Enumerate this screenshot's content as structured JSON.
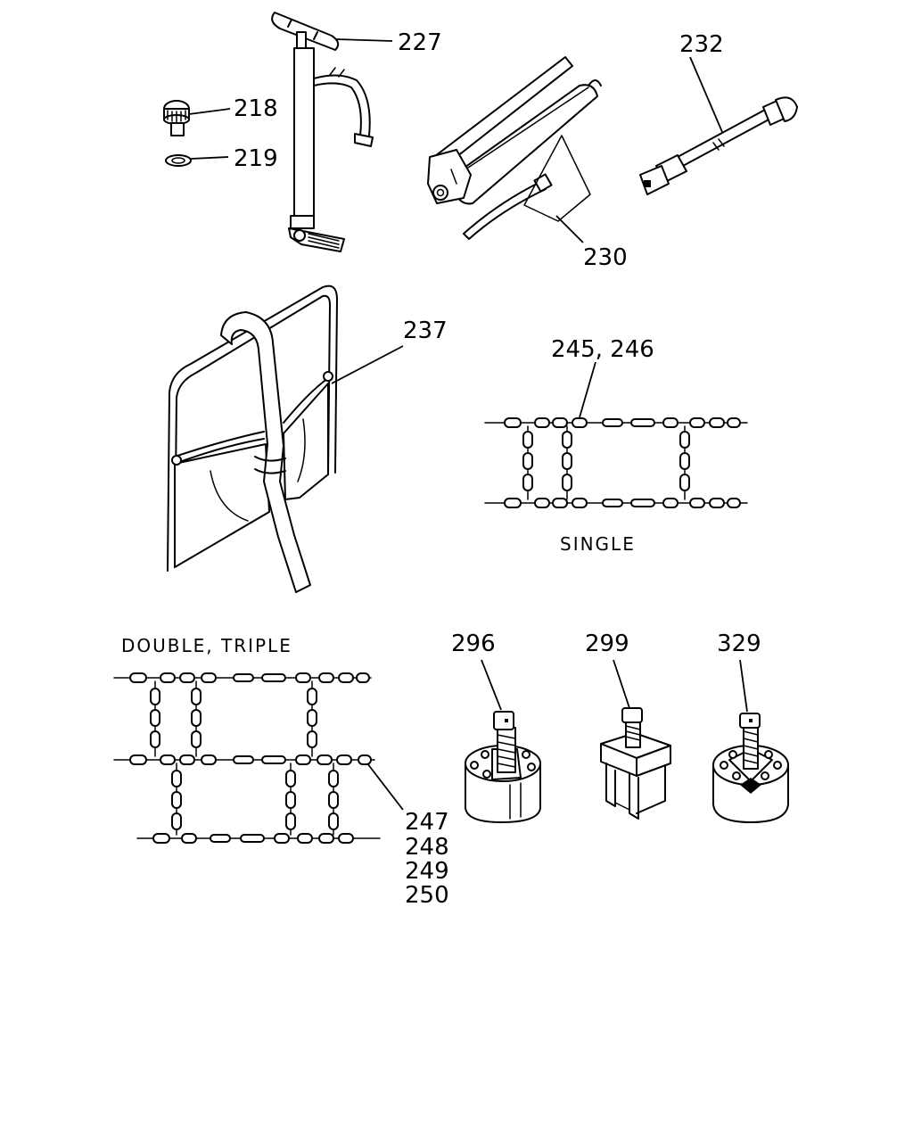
{
  "labels": {
    "p227": "227",
    "p218": "218",
    "p219": "219",
    "p232": "232",
    "p230": "230",
    "p237": "237",
    "p245_246": "245, 246",
    "p247": "247",
    "p248": "248",
    "p249": "249",
    "p250": "250",
    "p296": "296",
    "p299": "299",
    "p329": "329"
  },
  "captions": {
    "single": "SINGLE",
    "double_triple": "DOUBLE, TRIPLE"
  }
}
